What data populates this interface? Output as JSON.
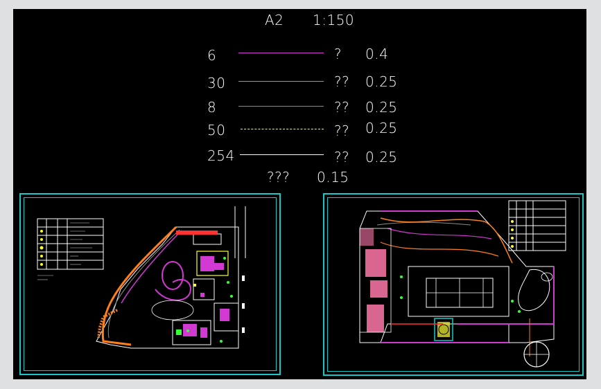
{
  "header": {
    "sheet_size": "A2",
    "scale": "1:150"
  },
  "lineweights": [
    {
      "color_index": "6",
      "line_color": "#d238d2",
      "dashed": false,
      "mark": "?",
      "weight": "0.4"
    },
    {
      "color_index": "30",
      "line_color": "#ff7f1a",
      "dashed": false,
      "mark": "??",
      "weight": "0.25"
    },
    {
      "color_index": "8",
      "line_color": "#8c8c8c",
      "dashed": false,
      "mark": "??",
      "weight": "0.25"
    },
    {
      "color_index": "50",
      "line_color": "#e8e8b0",
      "dashed": true,
      "mark": "??",
      "weight": "0.25"
    },
    {
      "color_index": "254",
      "line_color": "#ffffff",
      "dashed": false,
      "mark": "??",
      "weight": "0.25"
    }
  ],
  "footer": {
    "label": "???",
    "weight": "0.15"
  },
  "colors": {
    "frame": "#18c7c7",
    "background": "#000000",
    "screen": "#dfe0e2"
  },
  "drawings": [
    {
      "name": "left-site-plan",
      "legend_rows": 6
    },
    {
      "name": "right-site-plan",
      "legend_rows": 6
    }
  ]
}
